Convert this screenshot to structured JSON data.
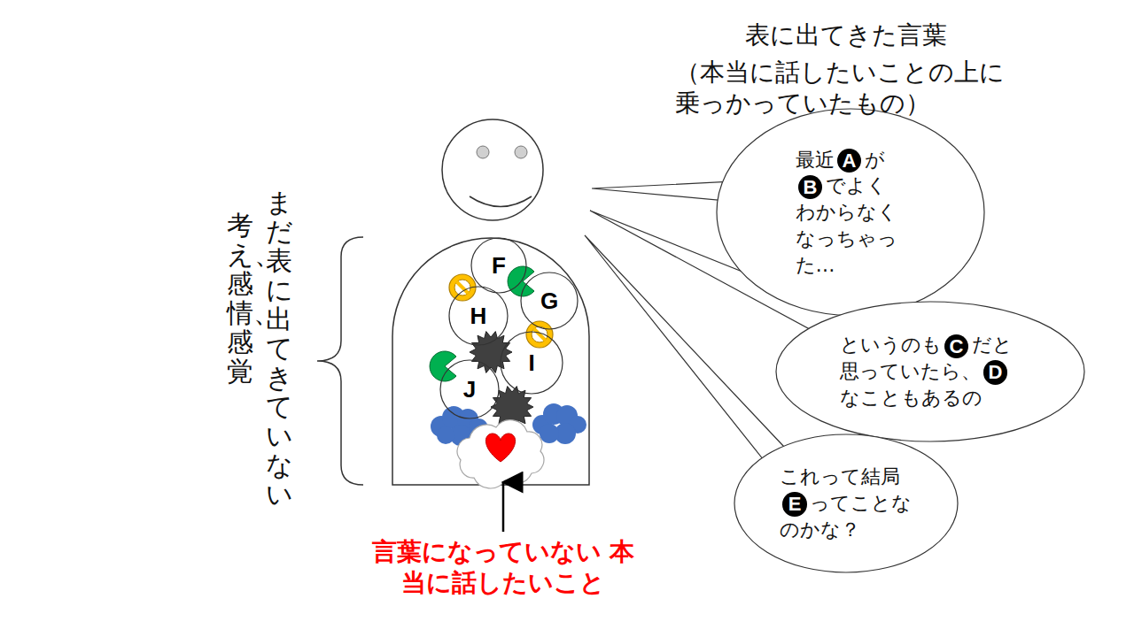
{
  "diagram": {
    "nodes": [
      {
        "text": [
          "最近",
          "A",
          "が",
          "B",
          "でよくわからなくなっちゃった…"
        ]
      },
      {
        "text": [
          "というのも",
          "C",
          "だと思っていたら、",
          "D",
          "なこともあるの"
        ]
      },
      {
        "text": [
          "これって結局",
          "E",
          "ってことなのかな？"
        ]
      },
      {
        "text": [
          "F"
        ]
      },
      {
        "text": [
          "G"
        ]
      },
      {
        "text": [
          "H"
        ]
      },
      {
        "text": [
          "I"
        ]
      },
      {
        "text": [
          "J"
        ]
      }
    ],
    "labels": [
      "表に出てきた言葉",
      "（本当に話したいことの上に 乗っかっていたもの）",
      "まだ表に出てきていない",
      "考え、感情、感覚",
      "言葉になっていない 本当に話したいこと"
    ]
  }
}
